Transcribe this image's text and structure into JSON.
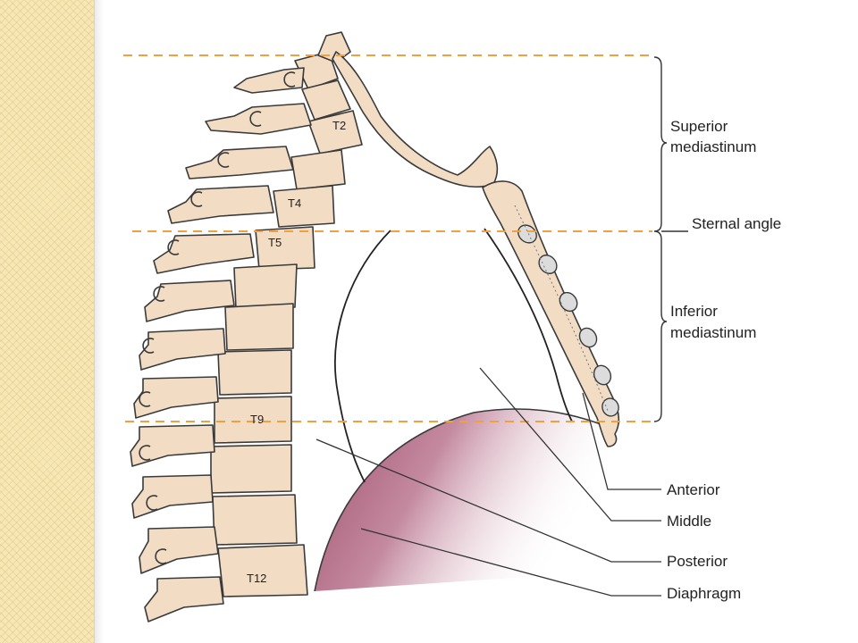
{
  "labels": {
    "superior_line1": "Superior",
    "superior_line2": "mediastinum",
    "sternal_angle": "Sternal angle",
    "inferior_line1": "Inferior",
    "inferior_line2": "mediastinum",
    "anterior": "Anterior",
    "middle": "Middle",
    "posterior": "Posterior",
    "diaphragm": "Diaphragm"
  },
  "vertebrae": {
    "t2": "T2",
    "t4": "T4",
    "t5": "T5",
    "t9": "T9",
    "t12": "T12"
  },
  "colors": {
    "bone": "#f2dcc4",
    "bone_outline": "#3a3a3a",
    "guide_line": "#f0a040",
    "diaphragm_dark": "#9e4d6b",
    "sternal_segment": "#dcdcdc"
  }
}
